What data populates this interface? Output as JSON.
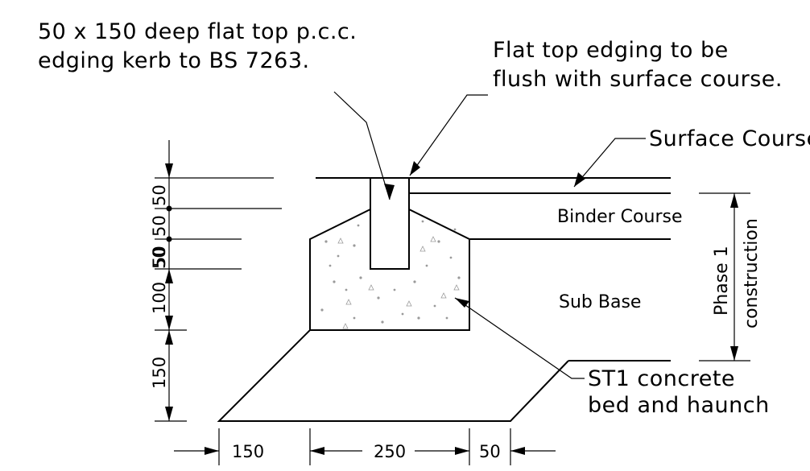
{
  "annotations": {
    "kerb_note_line1": "50 x 150 deep flat top p.c.c.",
    "kerb_note_line2": "edging kerb to BS 7263.",
    "flush_note_line1": "Flat top edging to be",
    "flush_note_line2": "flush with surface course.",
    "surface_course": "Surface Course",
    "binder_course": "Binder Course",
    "sub_base": "Sub Base",
    "phase_line1": "Phase 1",
    "phase_line2": "construction",
    "concrete_line1": "ST1 concrete",
    "concrete_line2": "bed and haunch"
  },
  "vertical_dims": {
    "d1": "50",
    "d2": "50",
    "d3": "50",
    "d4": "50",
    "d5": "100",
    "d6": "150"
  },
  "horizontal_dims": {
    "h1": "150",
    "h2": "250",
    "h3": "50"
  },
  "colors": {
    "line": "#000000",
    "hatch": "#9a9a9a",
    "background": "#ffffff"
  }
}
